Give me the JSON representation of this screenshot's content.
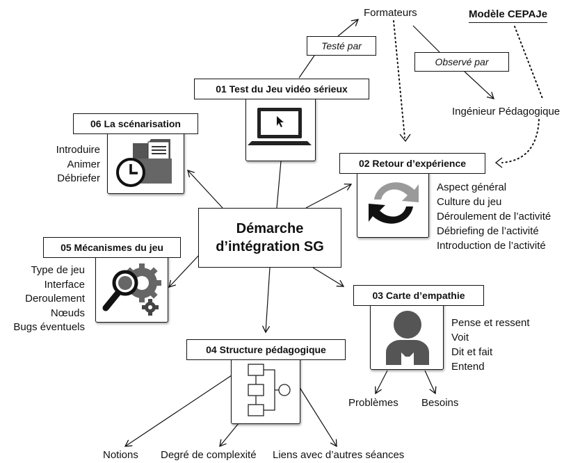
{
  "center": {
    "line1": "Démarche",
    "line2": "d’intégration SG"
  },
  "nodes": {
    "test": {
      "title": "01 Test du Jeu vidéo sérieux",
      "icon": "laptop-cursor-icon"
    },
    "retour": {
      "title": "02 Retour d’expérience",
      "icon": "refresh-arrows-icon",
      "items": [
        "Aspect général",
        "Culture du jeu",
        "Déroulement de l’activité",
        "Débriefing de l’activité",
        "Introduction de l’activité"
      ]
    },
    "carte": {
      "title": "03 Carte d’empathie",
      "icon": "person-silhouette-icon",
      "items": [
        "Pense et ressent",
        "Voit",
        "Dit et fait",
        "Entend"
      ],
      "children": [
        "Problèmes",
        "Besoins"
      ]
    },
    "structure": {
      "title": "04 Structure pédagogique",
      "icon": "flowchart-icon",
      "children": [
        "Notions",
        "Degré de complexité",
        "Liens avec d’autres séances"
      ]
    },
    "mecanismes": {
      "title": "05 Mécanismes du jeu",
      "icon": "magnifier-gears-icon",
      "items": [
        "Type de jeu",
        "Interface",
        "Deroulement",
        "Nœuds",
        "Bugs éventuels"
      ]
    },
    "scenarisation": {
      "title": "06 La scénarisation",
      "icon": "folder-clock-icon",
      "items": [
        "Introduire",
        "Animer",
        "Débriefer"
      ]
    }
  },
  "actors": {
    "formateurs": "Formateurs",
    "modele": "Modèle CEPAJe",
    "ingenieur": "Ingénieur Pédagogique"
  },
  "edges": {
    "teste_par": "Testé par",
    "observe_par": "Observé par"
  }
}
